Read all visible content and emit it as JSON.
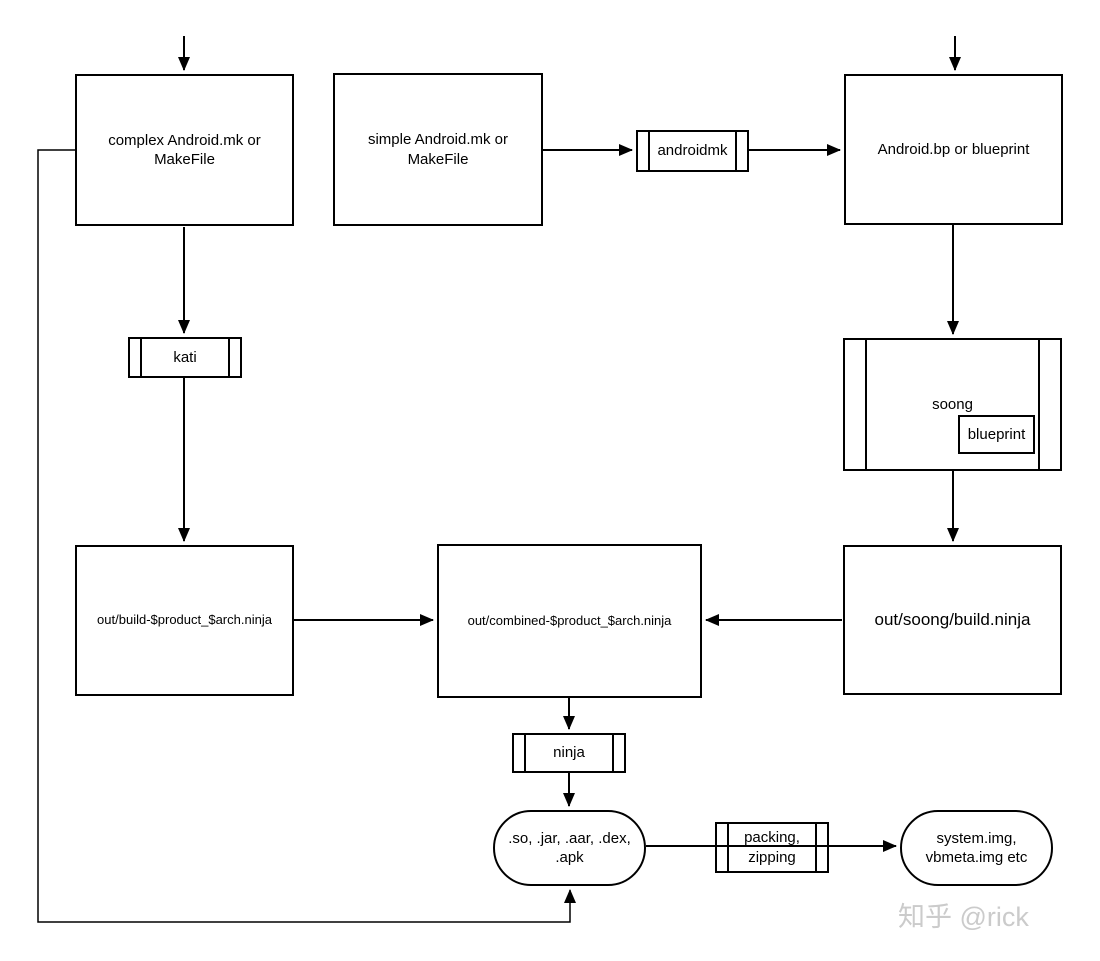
{
  "diagram": {
    "title": "Android build system flow (Make/Kati/Soong/Ninja)",
    "nodes": {
      "complex_mk": {
        "label": "complex Android.mk or\nMakeFile"
      },
      "simple_mk": {
        "label": "simple Android.mk or\nMakeFile"
      },
      "androidmk": {
        "label": "androidmk"
      },
      "android_bp": {
        "label": "Android.bp or blueprint"
      },
      "kati": {
        "label": "kati"
      },
      "soong": {
        "label": "soong"
      },
      "blueprint": {
        "label": "blueprint"
      },
      "out_build": {
        "label": "out/build-$product_$arch.ninja"
      },
      "out_combined": {
        "label": "out/combined-$product_$arch.ninja"
      },
      "out_soong": {
        "label": "out/soong/build.ninja"
      },
      "ninja": {
        "label": "ninja"
      },
      "artifacts": {
        "label": ".so, .jar, .aar, .dex,\n.apk"
      },
      "packing": {
        "label": "packing,\nzipping"
      },
      "images": {
        "label": "system.img,\nvbmeta.img etc"
      }
    },
    "watermark": "知乎 @rick",
    "colors": {
      "line": "#000000",
      "background": "#ffffff",
      "watermark": "#cbcbcb"
    }
  }
}
